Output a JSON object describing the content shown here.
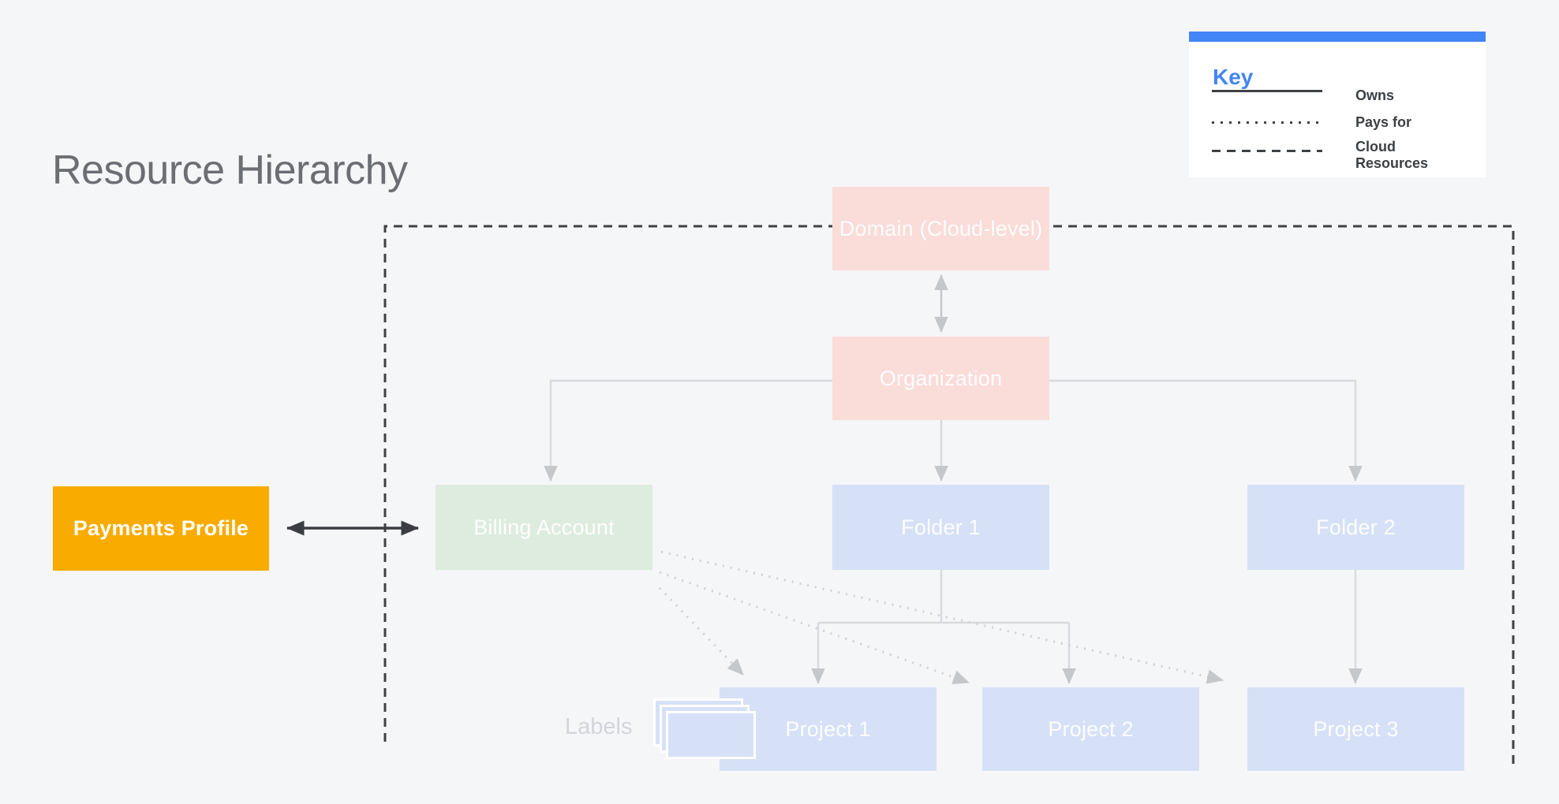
{
  "title": "Resource Hierarchy",
  "legend": {
    "title": "Key",
    "accent_color": "#4285F4",
    "items": [
      {
        "line_style": "solid",
        "label": "Owns"
      },
      {
        "line_style": "dotted",
        "label": "Pays for"
      },
      {
        "line_style": "dashed",
        "label": "Cloud Resources"
      }
    ]
  },
  "nodes": {
    "domain": {
      "label": "Domain (Cloud-level)",
      "color": "#FADCD9"
    },
    "organization": {
      "label": "Organization",
      "color": "#FADCD9"
    },
    "billing_account": {
      "label": "Billing Account",
      "color": "#DDECDE"
    },
    "folder1": {
      "label": "Folder 1",
      "color": "#D6E1F7"
    },
    "folder2": {
      "label": "Folder 2",
      "color": "#D6E1F7"
    },
    "project1": {
      "label": "Project 1",
      "color": "#D6E1F7"
    },
    "project2": {
      "label": "Project 2",
      "color": "#D6E1F7"
    },
    "project3": {
      "label": "Project 3",
      "color": "#D6E1F7"
    },
    "payments_profile": {
      "label": "Payments Profile",
      "color": "#F9AB00"
    }
  },
  "labels_caption": "Labels",
  "edges": [
    {
      "from": "Domain (Cloud-level)",
      "to": "Organization",
      "type": "owns",
      "bidirectional": true
    },
    {
      "from": "Organization",
      "to": "Billing Account",
      "type": "owns"
    },
    {
      "from": "Organization",
      "to": "Folder 1",
      "type": "owns"
    },
    {
      "from": "Organization",
      "to": "Folder 2",
      "type": "owns"
    },
    {
      "from": "Folder 1",
      "to": "Project 1",
      "type": "owns"
    },
    {
      "from": "Folder 1",
      "to": "Project 2",
      "type": "owns"
    },
    {
      "from": "Folder 2",
      "to": "Project 3",
      "type": "owns"
    },
    {
      "from": "Payments Profile",
      "to": "Billing Account",
      "type": "owns",
      "bidirectional": true
    },
    {
      "from": "Billing Account",
      "to": "Project 1",
      "type": "pays_for"
    },
    {
      "from": "Billing Account",
      "to": "Project 2",
      "type": "pays_for"
    },
    {
      "from": "Billing Account",
      "to": "Project 3",
      "type": "pays_for"
    }
  ],
  "colors": {
    "background": "#F5F6F8",
    "title_text": "#6B6E73",
    "connector_gray": "#D8DADD",
    "arrowhead_gray": "#C5C8CB",
    "dark_line": "#3F4245",
    "labels_caption_text": "#D2D5DA"
  }
}
